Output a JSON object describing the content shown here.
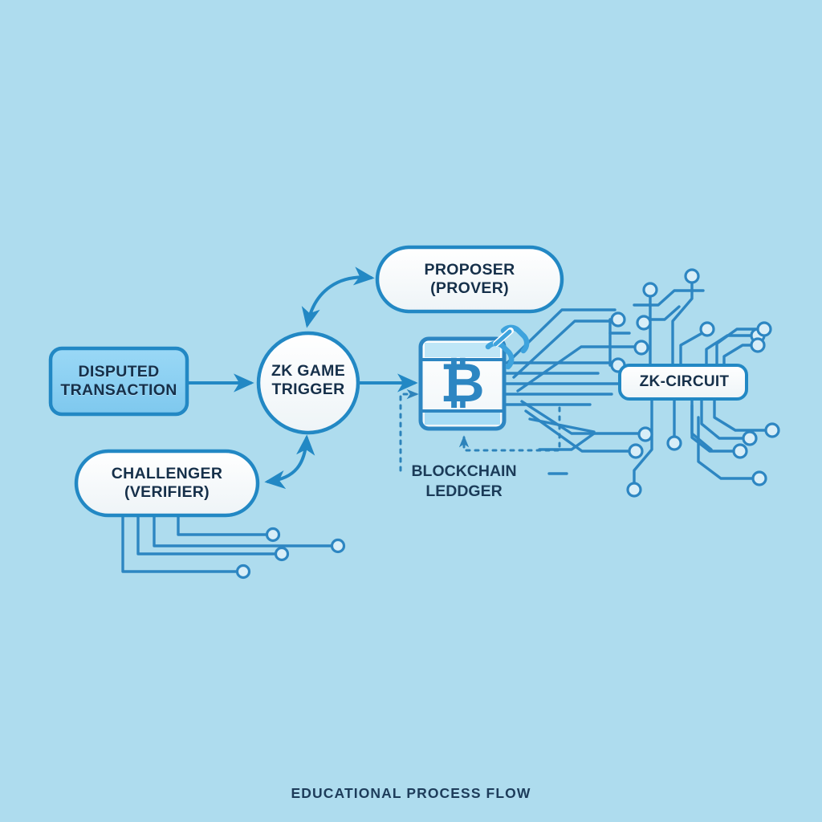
{
  "canvas": {
    "background_color": "#aedcee",
    "accent_color": "#2288c4",
    "accent_dark": "#16304a",
    "node_fill": "#f4f8fa",
    "highlight_fill": "#8ed3f2"
  },
  "caption": {
    "text": "EDUCATIONAL PROCESS FLOW"
  },
  "nodes": {
    "disputed": {
      "shape": "rounded-rect",
      "line1": "DISPUTED",
      "line2": "TRANSACTION"
    },
    "trigger": {
      "shape": "circle",
      "line1": "ZK GAME",
      "line2": "TRIGGER"
    },
    "proposer": {
      "shape": "pill",
      "line1": "PROPOSER",
      "line2": "(PROVER)"
    },
    "challenger": {
      "shape": "pill",
      "line1": "CHALLENGER",
      "line2": "(VERIFIER)"
    },
    "zk_circuit": {
      "shape": "rounded-rect",
      "label": "ZK-CIRCUIT"
    },
    "ledger": {
      "shape": "document-icon",
      "icon": "bitcoin-glyph",
      "badge_icon": "chain-link-icon",
      "line1": "BLOCKCHAIN",
      "line2": "LEDDGER"
    }
  },
  "connectors": [
    {
      "name": "disputed-to-trigger",
      "style": "solid-arrow",
      "from": "disputed",
      "to": "trigger"
    },
    {
      "name": "trigger-to-proposer",
      "style": "curved-double-arrow",
      "from": "trigger",
      "to": "proposer"
    },
    {
      "name": "challenger-to-trigger",
      "style": "curved-double-arrow",
      "from": "challenger",
      "to": "trigger"
    },
    {
      "name": "trigger-to-ledger",
      "style": "solid-arrow",
      "from": "trigger",
      "to": "ledger"
    },
    {
      "name": "ledger-feedback-left",
      "style": "dotted-arrow",
      "from": "ledger",
      "to": "ledger"
    },
    {
      "name": "ledger-feedback-bottom",
      "style": "dotted-arrow",
      "from": "ledger",
      "to": "ledger"
    },
    {
      "name": "ledger-to-zk-circuit",
      "style": "circuit-trace-bus",
      "from": "ledger",
      "to": "zk_circuit"
    },
    {
      "name": "challenger-circuit-traces",
      "style": "circuit-trace-fan",
      "from": "challenger",
      "to": ""
    }
  ]
}
